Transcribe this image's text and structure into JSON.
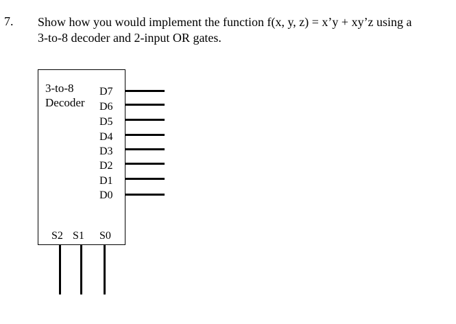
{
  "question": {
    "number": "7.",
    "line1": "Show how you would implement the function f(x, y, z) = x’y + xy’z using a",
    "line2": "3-to-8 decoder and 2-input OR gates."
  },
  "decoder": {
    "name_line1": "3-to-8",
    "name_line2": "Decoder",
    "outputs": [
      "D7",
      "D6",
      "D5",
      "D4",
      "D3",
      "D2",
      "D1",
      "D0"
    ],
    "selects": [
      "S2",
      "S1",
      "S0"
    ]
  }
}
